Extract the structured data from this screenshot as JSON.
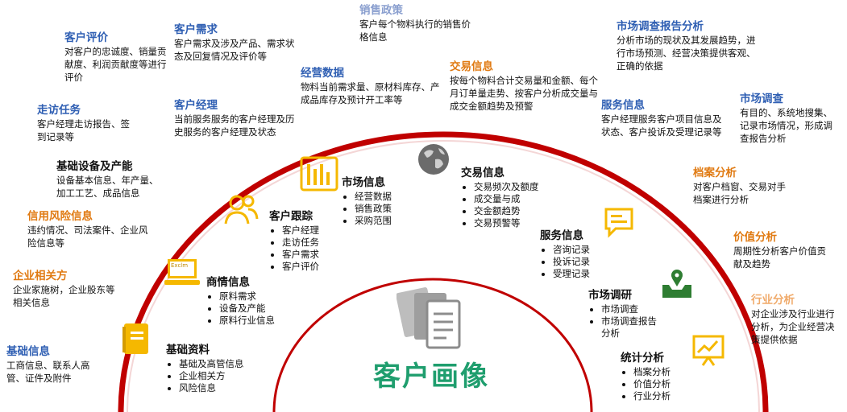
{
  "center": {
    "title": "客户画像"
  },
  "outer": [
    {
      "title": "客户评价",
      "desc": "对客户的忠诚度、销量贡献度、利润贡献度等进行评价",
      "color": "#2f5fb3"
    },
    {
      "title": "客户需求",
      "desc": "客户需求及涉及产品、需求状态及回复情况及评价等",
      "color": "#2f5fb3"
    },
    {
      "title": "销售政策",
      "desc": "客户每个物料执行的销售价格信息",
      "color": "#8a9fcf"
    },
    {
      "title": "市场调查报告分析",
      "desc": "分析市场的现状及其发展趋势，进行市场预测、经营决策提供客观、正确的依据",
      "color": "#2f5fb3"
    },
    {
      "title": "走访任务",
      "desc": "客户经理走访报告、签到记录等",
      "color": "#2f5fb3"
    },
    {
      "title": "客户经理",
      "desc": "当前服务服务的客户经理及历史服务的客户经理及状态",
      "color": "#2f5fb3"
    },
    {
      "title": "经营数据",
      "desc": "物料当前需求量、原材料库存、产成品库存及预计开工率等",
      "color": "#2f5fb3"
    },
    {
      "title": "交易信息",
      "desc": "按每个物料合计交易量和金额、每个月订单量走势、按客户分析成交量与成交金额趋势及预警",
      "color": "#e07a12"
    },
    {
      "title": "服务信息",
      "desc": "客户经理服务客户项目信息及状态、客户投诉及受理记录等",
      "color": "#2f5fb3"
    },
    {
      "title": "市场调查",
      "desc": "有目的、系统地搜集、记录市场情况，形成调查报告分析",
      "color": "#2f5fb3"
    },
    {
      "title": "基础设备及产能",
      "desc": "设备基本信息、年产量、加工工艺、成品信息",
      "color": "#111111"
    },
    {
      "title": "信用风险信息",
      "desc": "违约情况、司法案件、企业风险信息等",
      "color": "#e07a12"
    },
    {
      "title": "档案分析",
      "desc": "对客户档窗、交易对手档案进行分析",
      "color": "#e07a12"
    },
    {
      "title": "价值分析",
      "desc": "周期性分析客户价值贡献及趋势",
      "color": "#e07a12"
    },
    {
      "title": "企业相关方",
      "desc": "企业家施树，企业股东等相关信息",
      "color": "#e07a12"
    },
    {
      "title": "行业分析",
      "desc": "对企业涉及行业进行分析，为企业经营决策提供依据",
      "color": "#f0aa6a"
    },
    {
      "title": "基础信息",
      "desc": "工商信息、联系人高管、证件及附件",
      "color": "#2f5fb3"
    }
  ],
  "inner": [
    {
      "title": "市场信息",
      "items": [
        "经营数据",
        "销售政策",
        "采购范围"
      ]
    },
    {
      "title": "交易信息",
      "items": [
        "交易频次及额度",
        "成交量与成",
        "交金额趋势",
        "交易预警等"
      ]
    },
    {
      "title": "客户跟踪",
      "items": [
        "客户经理",
        "走访任务",
        "客户需求",
        "客户评价"
      ]
    },
    {
      "title": "服务信息",
      "items": [
        "咨询记录",
        "投诉记录",
        "受理记录"
      ]
    },
    {
      "title": "商情信息",
      "items": [
        "原料需求",
        "设备及产能",
        "原料行业信息"
      ]
    },
    {
      "title": "市场调研",
      "items": [
        "市场调查",
        "市场调查报告分析"
      ]
    },
    {
      "title": "基础资料",
      "items": [
        "基础及高管信息",
        "企业相关方",
        "风险信息"
      ]
    },
    {
      "title": "统计分析",
      "items": [
        "档案分析",
        "价值分析",
        "行业分析"
      ]
    }
  ],
  "icons": {
    "board": "Exclm",
    "colors": {
      "yellow": "#f5b800",
      "gray": "#6b6b6b",
      "green": "#2e7d32",
      "red": "#c00000"
    }
  }
}
